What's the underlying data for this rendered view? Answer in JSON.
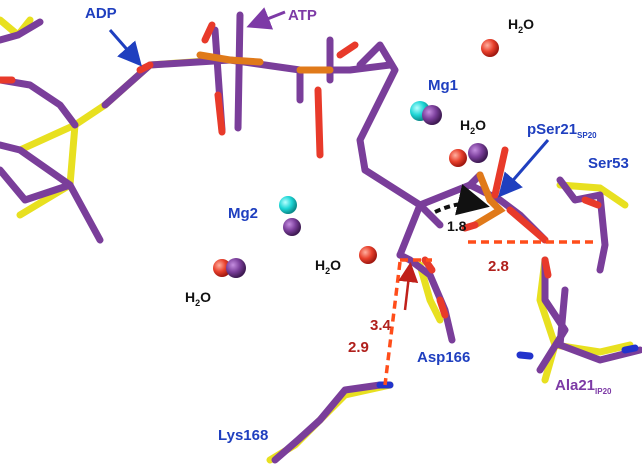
{
  "labels": {
    "adp": "ADP",
    "atp": "ATP",
    "mg1": "Mg1",
    "mg2": "Mg2",
    "h2o_top": "H",
    "h2o_top_sub": "2",
    "h2o_top_o": "O",
    "h2o_mid": "H",
    "h2o_mid_sub": "2",
    "h2o_mid_o": "O",
    "h2o_center": "H",
    "h2o_center_sub": "2",
    "h2o_center_o": "O",
    "h2o_left": "H",
    "h2o_left_sub": "2",
    "h2o_left_o": "O",
    "pser21": "pSer21",
    "pser21_sub": "SP20",
    "ser53": "Ser53",
    "asp166": "Asp166",
    "lys168": "Lys168",
    "ala21": "Ala21",
    "ala21_sub": "IP20"
  },
  "distances": {
    "d18": "1.8",
    "d28": "2.8",
    "d34": "3.4",
    "d29": "2.9"
  },
  "colors": {
    "purple_model": "#7a3e9a",
    "yellow_model": "#e8e020",
    "phosphate_orange": "#e07a1a",
    "oxygen_red": "#e83a2a",
    "nitrogen_blue": "#2233cc",
    "mg_cyan": "#1ed6d6",
    "hbond_dash": "#ff4d1a",
    "label_blue": "#1f3fbf",
    "label_purple": "#7d3aa6",
    "distance_red": "#b0201c"
  }
}
